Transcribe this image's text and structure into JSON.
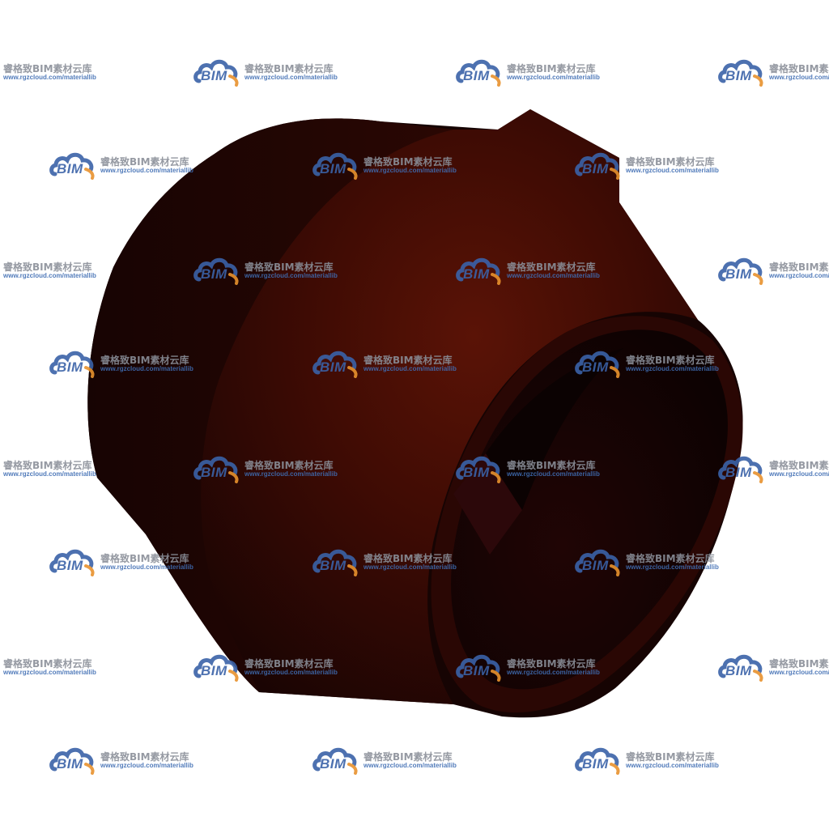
{
  "watermark": {
    "brand": "BIM",
    "name": "睿格致BIM素材云库",
    "url": "www.rgzcloud.com/materiallib",
    "colors": {
      "cloud": "#3a62a8",
      "arc": "#e8922e",
      "text": "#8a8f99"
    }
  },
  "object": {
    "icon": "rust-red-3d-wye-fitting",
    "colors": {
      "body": "#4a0d04",
      "shadow": "#120403",
      "highlight": "#5e1406"
    }
  }
}
